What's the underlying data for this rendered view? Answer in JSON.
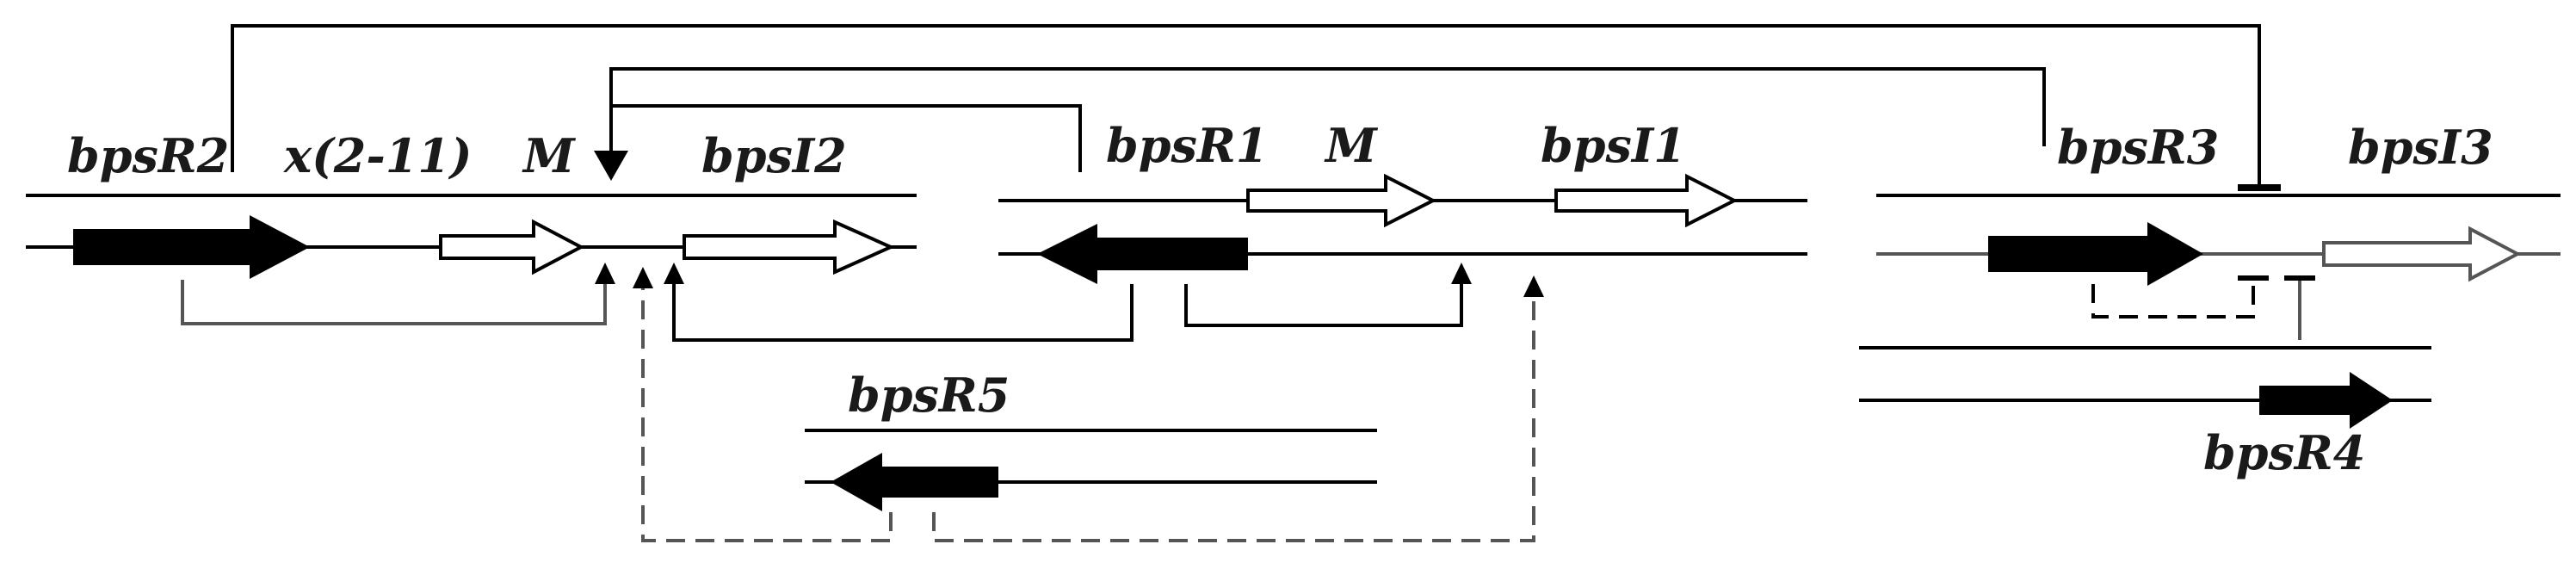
{
  "colors": {
    "line": "#000000",
    "gray_line": "#555555",
    "filled_gene": "#000000",
    "open_gene_fill": "#ffffff",
    "open_gene_stroke": "#000000",
    "background": "#ffffff"
  },
  "labels": {
    "bpsR2": "bpsR2",
    "x211": "x(2-11)",
    "M_left": "M",
    "bpsI2": "bpsI2",
    "bpsR1": "bpsR1",
    "M_mid": "M",
    "bpsI1": "bpsI1",
    "bpsR3": "bpsR3",
    "bpsI3": "bpsI3",
    "bpsR5": "bpsR5",
    "bpsR4": "bpsR4"
  }
}
